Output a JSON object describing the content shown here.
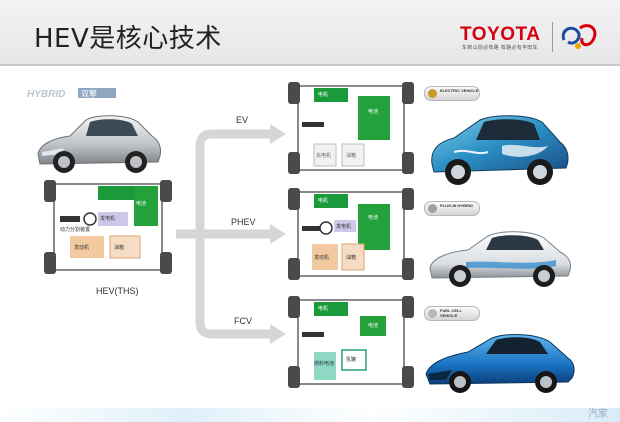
{
  "slide": {
    "title": "HEV是核心技术",
    "brand": {
      "name": "TOYOTA",
      "tagline": "车到山前必有路 有路必有丰田车"
    },
    "watermark": "汽家"
  },
  "hybrid_logo_text": "HYBRID 双擎",
  "left": {
    "caption": "HEV(THS)",
    "powertrain_labels": [
      "电机",
      "电池",
      "发电机",
      "动力分割装置",
      "发动机",
      "油箱"
    ]
  },
  "branches": [
    {
      "label": "EV",
      "badge": "ELECTRIC VEHICLE",
      "powertrain_labels": [
        "电机",
        "电池",
        "充电机",
        "油箱"
      ]
    },
    {
      "label": "PHEV",
      "badge": "PLUG-IN HYBRID",
      "powertrain_labels": [
        "电机",
        "电池",
        "发电机",
        "发动机",
        "油箱"
      ]
    },
    {
      "label": "FCV",
      "badge": "FUEL CELL VEHICLE",
      "powertrain_labels": [
        "电机",
        "电池",
        "燃料电池",
        "氢罐"
      ]
    }
  ],
  "colors": {
    "motor": "#1a9a3a",
    "battery": "#23a23c",
    "engine": "#f3c9a0",
    "generator": "#cfc7ea",
    "fuel_cell": "#8fd8c4",
    "arrow": "#d6d6d6",
    "brand_red": "#d7000f"
  }
}
